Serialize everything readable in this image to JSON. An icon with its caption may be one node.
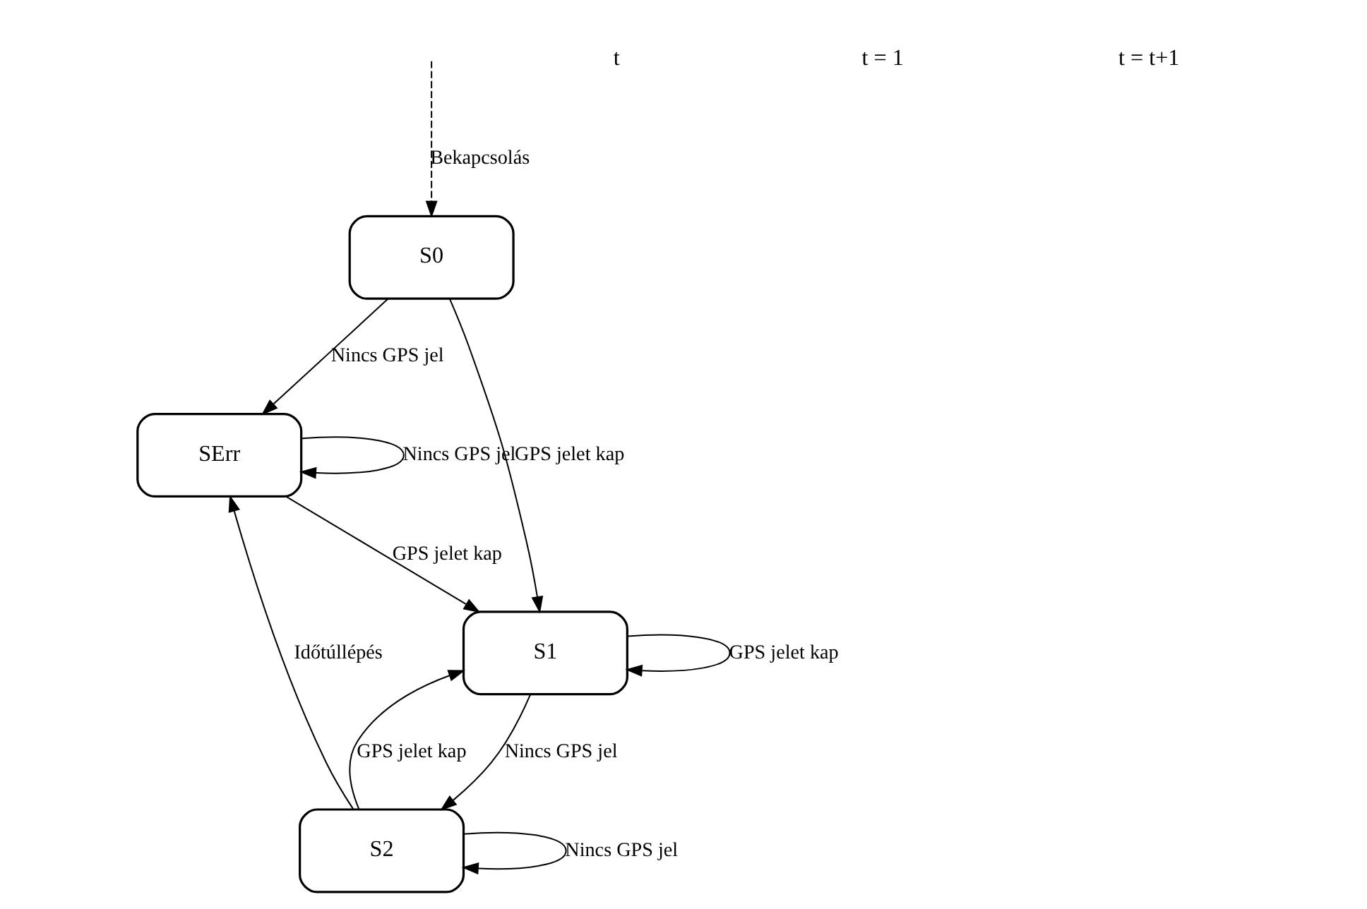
{
  "diagram": {
    "nodes": [
      {
        "text": [
          "SErr"
        ]
      },
      {
        "text": [
          "S0"
        ]
      },
      {
        "text": [
          "S2"
        ]
      },
      {
        "text": [
          "S1"
        ]
      }
    ],
    "edges": [
      {
        "from": 0,
        "to": 0,
        "arrow": "to",
        "label": "Nincs GPS jel"
      },
      {
        "from": null,
        "to": 1,
        "arrow": "to",
        "label": "Bekapcsolás",
        "style": "dashed"
      },
      {
        "from": 1,
        "to": 0,
        "arrow": "to",
        "label": "Nincs GPS jel"
      },
      {
        "from": 2,
        "to": 0,
        "arrow": "to",
        "label": "Időtúllépés"
      },
      {
        "from": 0,
        "to": 3,
        "arrow": "to",
        "label": "GPS jelet kap"
      },
      {
        "from": 3,
        "to": 2,
        "arrow": "to",
        "label": "Nincs GPS jel"
      },
      {
        "from": 2,
        "to": 2,
        "arrow": "to",
        "label": "Nincs GPS jel"
      },
      {
        "from": 1,
        "to": 3,
        "arrow": "to",
        "label": "GPS jelet kap"
      },
      {
        "from": 2,
        "to": 3,
        "arrow": "to",
        "label": "GPS jelet kap"
      },
      {
        "from": 3,
        "to": 3,
        "arrow": "to",
        "label": "GPS jelet kap"
      }
    ],
    "labels": [
      "t",
      "t = 1",
      "t = t+1"
    ]
  }
}
